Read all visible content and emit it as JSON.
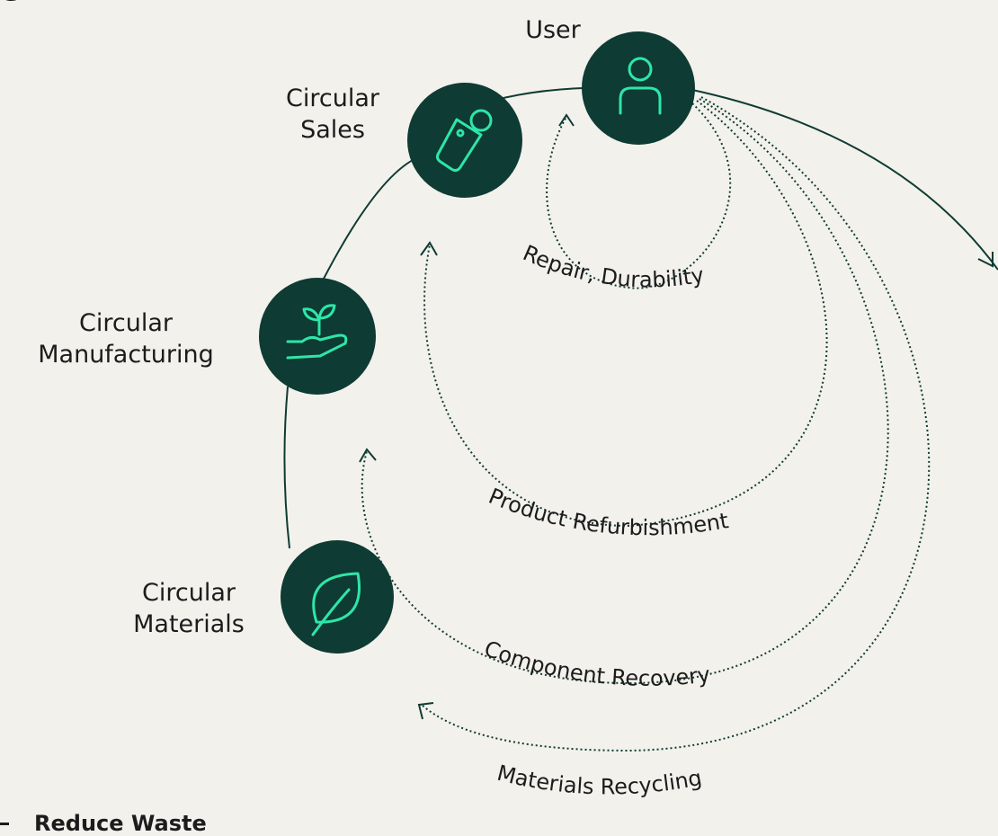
{
  "title_fragment": "g",
  "stages": {
    "user": {
      "label": "User",
      "icon": "user-icon"
    },
    "sales": {
      "label_line1": "Circular",
      "label_line2": "Sales",
      "icon": "price-tag-icon"
    },
    "manufacturing": {
      "label_line1": "Circular",
      "label_line2": "Manufacturing",
      "icon": "seedling-hand-icon"
    },
    "materials": {
      "label_line1": "Circular",
      "label_line2": "Materials",
      "icon": "leaf-icon"
    }
  },
  "flows": {
    "repair": "Repair, Durability",
    "refurbish": "Product Refurbishment",
    "recovery": "Component Recovery",
    "recycling": "Materials Recycling"
  },
  "legend": {
    "label": "Reduce Waste"
  },
  "colors": {
    "background": "#f3f1ec",
    "node_fill": "#0e3b33",
    "icon_stroke": "#2ee6a8",
    "line": "#0e3b33"
  }
}
